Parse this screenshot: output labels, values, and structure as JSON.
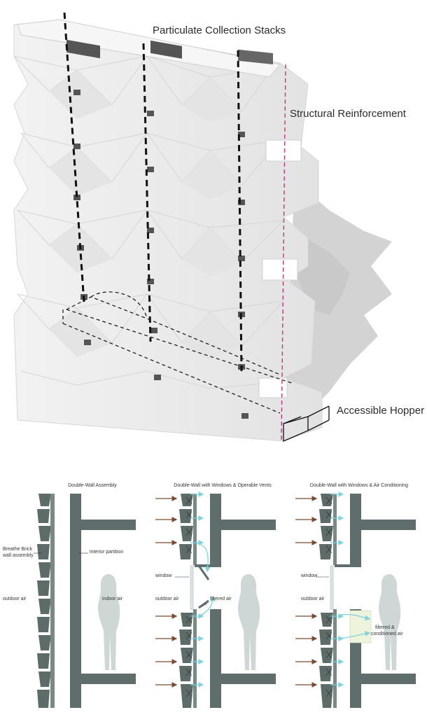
{
  "top": {
    "labels": {
      "stacks": "Particulate Collection Stacks",
      "reinforcement": "Structural Reinforcement",
      "hopper": "Accessible Hopper"
    },
    "colors": {
      "wall": "#ececec",
      "shadow": "#d4d4d4",
      "reinforcement_line": "#c03a78",
      "stack_line": "#111111"
    }
  },
  "panels": [
    {
      "title": "Double-Wall Assembly",
      "labels": {
        "brick": [
          "Breathe Brick",
          "wall assembly"
        ],
        "partition": "interior partition",
        "outdoor": "outdoor air",
        "indoor": "indoor air"
      }
    },
    {
      "title": "Double-Wall with Windows & Operable Vents",
      "labels": {
        "window": "window",
        "outdoor": "outdoor air",
        "filtered": "filtered air"
      }
    },
    {
      "title": "Double-Wall with Windows & Air Conditioning",
      "labels": {
        "window": "window",
        "outdoor": "outdoor air",
        "conditioned": [
          "filtered &",
          "conditioned air"
        ]
      }
    }
  ],
  "palette": {
    "brick": "#5d6b69",
    "partition": "#5f6e6c",
    "person": "#cfd6d6",
    "arrow_in": "#7a4a32",
    "arrow_out": "#7ed3dc",
    "ac_box": "#eef3dc"
  }
}
